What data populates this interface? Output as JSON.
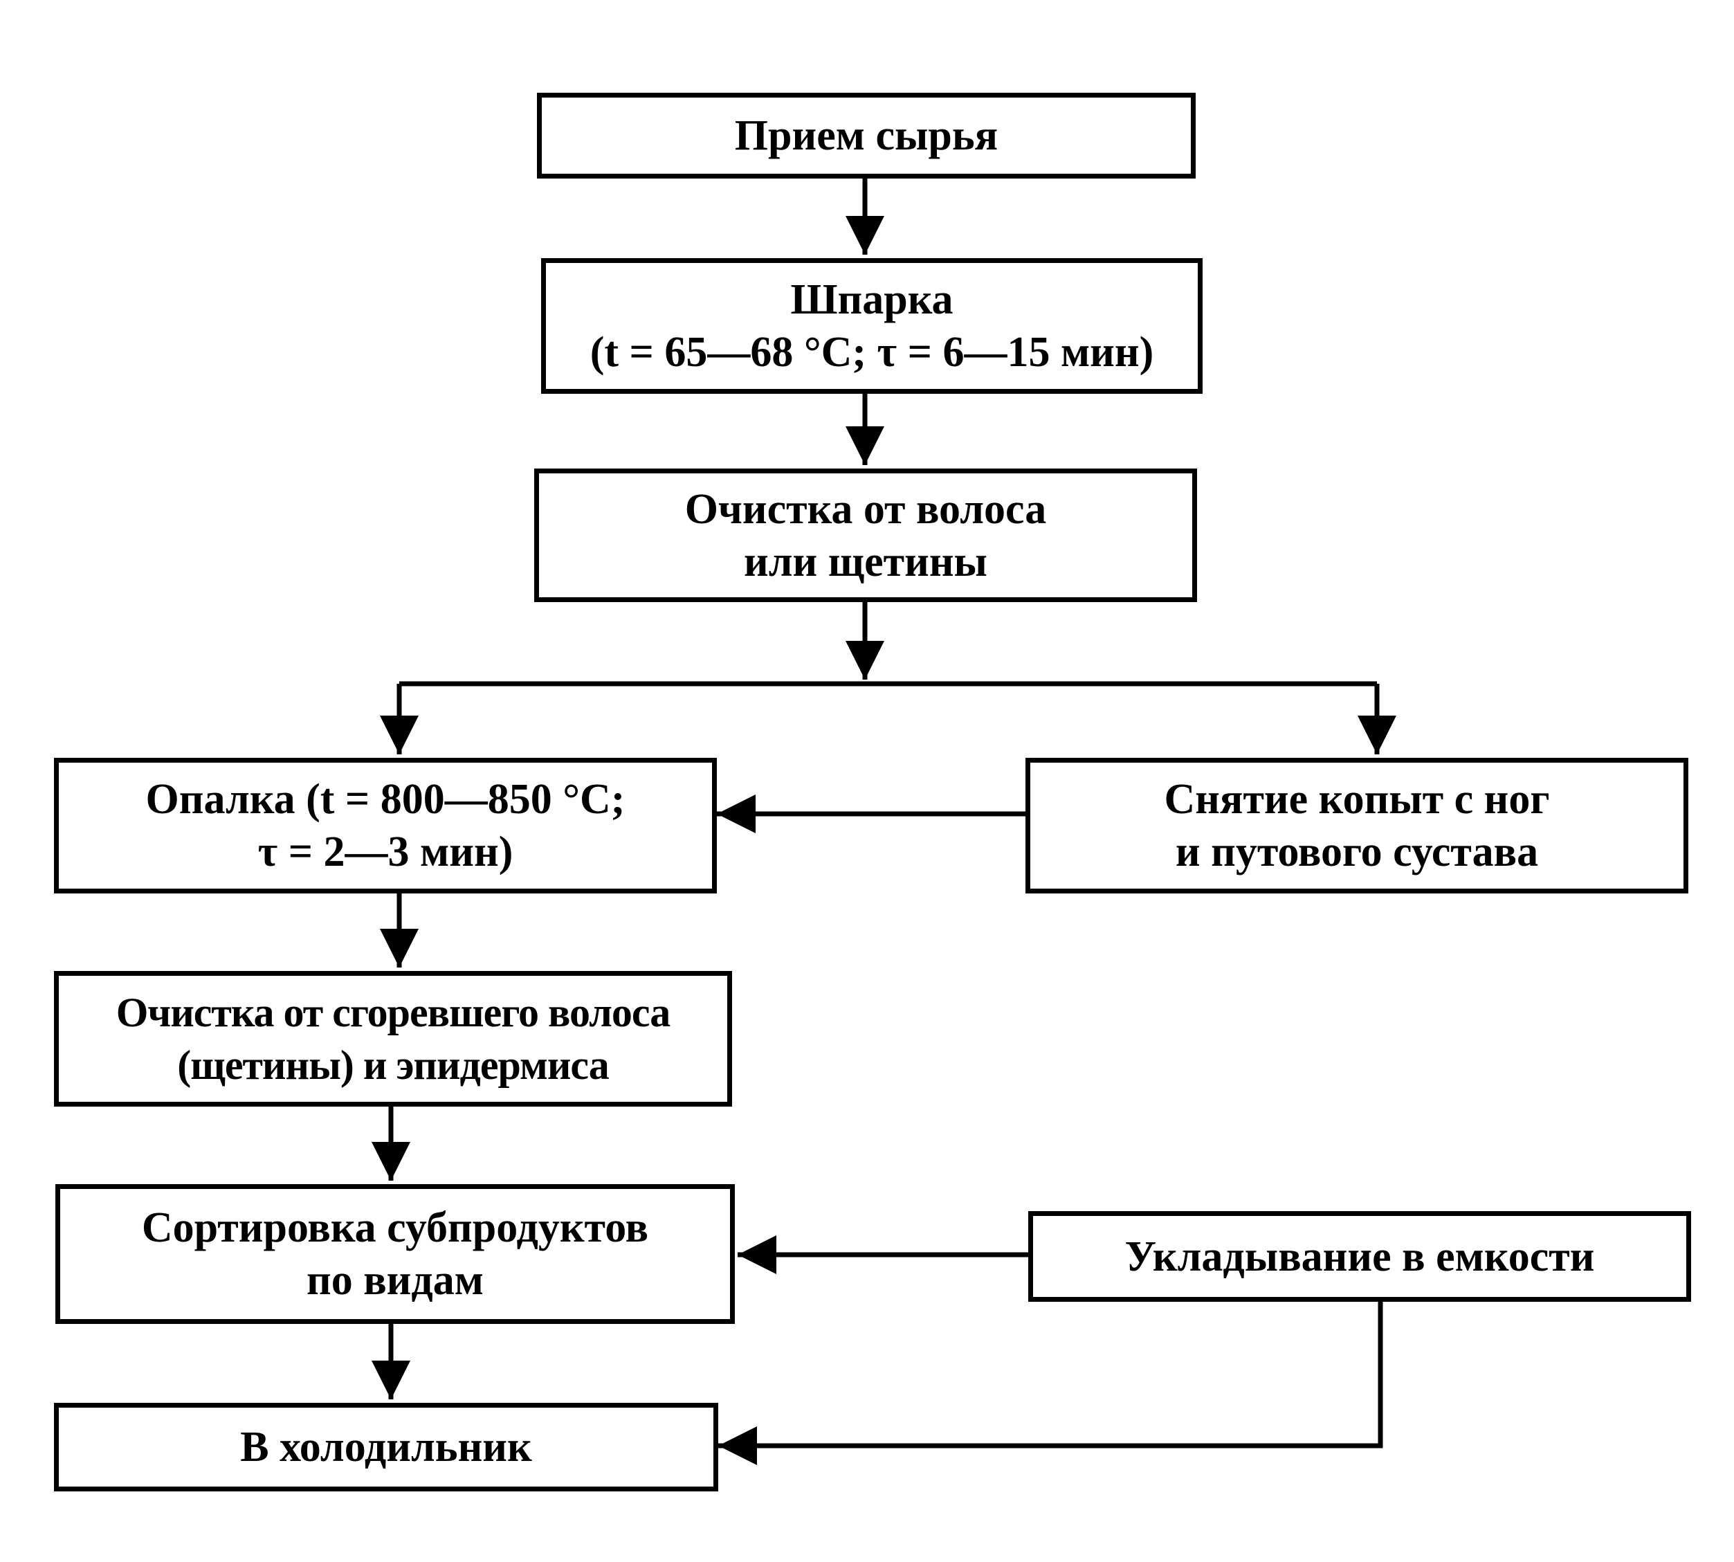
{
  "nodes": [
    {
      "id": "priem",
      "text": "Прием сырья"
    },
    {
      "id": "shparka",
      "text": "Шпарка\n(t = 65—68 °С; τ = 6—15 мин)"
    },
    {
      "id": "ochistka-volos",
      "text": "Очистка от волоса\nили щетины"
    },
    {
      "id": "opalka",
      "text": "Опалка (t = 800—850 °С;\nτ = 2—3 мин)"
    },
    {
      "id": "snyatie",
      "text": "Снятие копыт с ног\nи путового сустава"
    },
    {
      "id": "ochistka-sgor",
      "text": "Очистка от сгоревшего  волоса\n(щетины) и эпидермиса"
    },
    {
      "id": "sortirovka",
      "text": "Сортировка субпродуктов\nпо видам"
    },
    {
      "id": "ukladyvanie",
      "text": "Укладывание в емкости"
    },
    {
      "id": "holodilnik",
      "text": "В холодильник"
    }
  ],
  "edges": [
    {
      "from": "priem",
      "to": "shparka"
    },
    {
      "from": "shparka",
      "to": "ochistka-volos"
    },
    {
      "from": "ochistka-volos",
      "to": "opalka"
    },
    {
      "from": "ochistka-volos",
      "to": "snyatie"
    },
    {
      "from": "snyatie",
      "to": "opalka"
    },
    {
      "from": "opalka",
      "to": "ochistka-sgor"
    },
    {
      "from": "ochistka-sgor",
      "to": "sortirovka"
    },
    {
      "from": "ukladyvanie",
      "to": "sortirovka"
    },
    {
      "from": "sortirovka",
      "to": "holodilnik"
    },
    {
      "from": "ukladyvanie",
      "to": "holodilnik"
    }
  ],
  "colors": {
    "stroke": "#000000",
    "fill": "#ffffff"
  }
}
